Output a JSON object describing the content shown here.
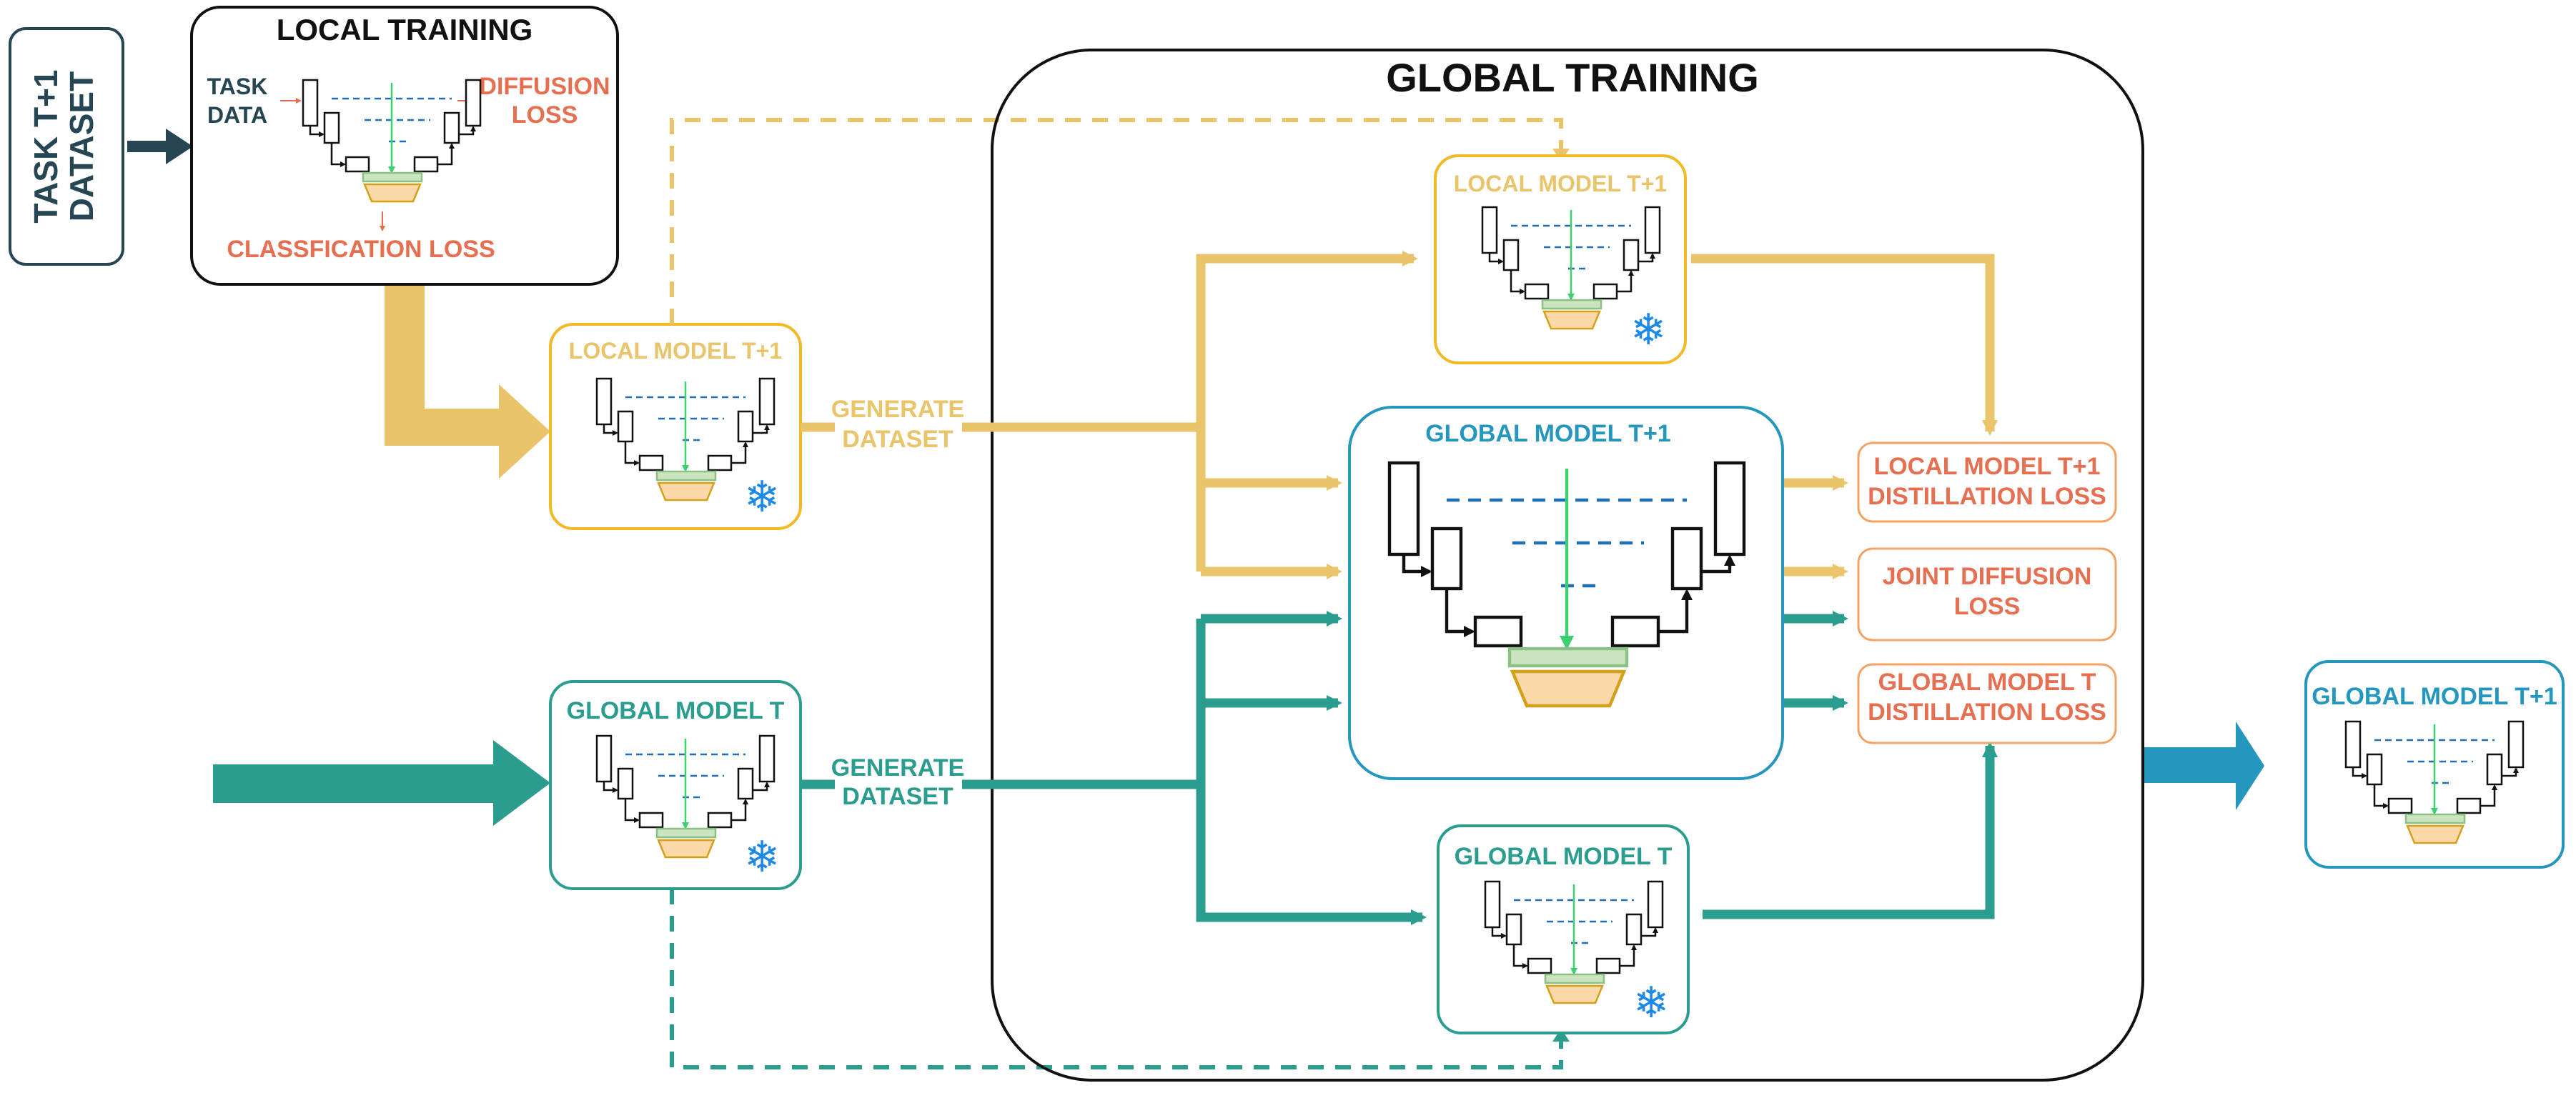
{
  "colors": {
    "yellow": "#E9C46A",
    "yellow_box": "#F3B925",
    "teal": "#2A9D8F",
    "blue": "#2596BE",
    "navy": "#264653",
    "coral": "#E76F51",
    "loss_border": "#F4A261",
    "green_line": "#3CD070",
    "dash_blue": "#1F6FB5",
    "snow": "#1E88E5",
    "bottleneck_fill": "#C9E4BF",
    "bottleneck_stroke": "#8CC084",
    "head_fill": "#FBD8A8",
    "head_stroke": "#D4A017"
  },
  "dataset": {
    "line1": "TASK T+1",
    "line2": "DATASET"
  },
  "local_training": {
    "title": "LOCAL TRAINING",
    "task_data_1": "TASK",
    "task_data_2": "DATA",
    "diffusion_loss_1": "DIFFUSION",
    "diffusion_loss_2": "LOSS",
    "classification_loss": "CLASSFICATION LOSS"
  },
  "local_model_left": {
    "title": "LOCAL MODEL T+1",
    "frozen_icon": "snowflake-icon"
  },
  "global_model_left": {
    "title": "GLOBAL MODEL T",
    "frozen_icon": "snowflake-icon"
  },
  "generate_dataset_yellow": {
    "line1": "GENERATE",
    "line2": "DATASET"
  },
  "generate_dataset_teal": {
    "line1": "GENERATE",
    "line2": "DATASET"
  },
  "global_training": {
    "title": "GLOBAL TRAINING",
    "local_model_top": {
      "title": "LOCAL MODEL T+1",
      "frozen_icon": "snowflake-icon"
    },
    "global_model_center": {
      "title": "GLOBAL MODEL T+1"
    },
    "global_model_bottom": {
      "title": "GLOBAL MODEL T",
      "frozen_icon": "snowflake-icon"
    },
    "losses": [
      {
        "line1": "LOCAL MODEL T+1",
        "line2": "DISTILLATION LOSS"
      },
      {
        "line1": "JOINT DIFFUSION",
        "line2": "LOSS"
      },
      {
        "line1": "GLOBAL MODEL T",
        "line2": "DISTILLATION LOSS"
      }
    ]
  },
  "output_model": {
    "title": "GLOBAL MODEL T+1"
  }
}
